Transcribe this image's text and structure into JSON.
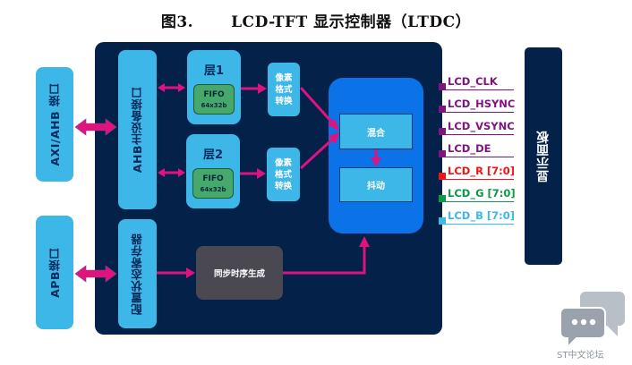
{
  "title": {
    "figure_label": "图3.",
    "text": "LCD-TFT 显示控制器（LTDC）"
  },
  "external_interfaces": {
    "axi_ahb": "AXI/AHB 接口",
    "apb": "APB接口"
  },
  "ltdc": {
    "ahb_master": "AHB主设备接口",
    "config_registers": "配置状态寄存器",
    "layers": [
      {
        "label": "层1",
        "fifo_label": "FIFO",
        "fifo_size": "64x32b"
      },
      {
        "label": "层2",
        "fifo_label": "FIFO",
        "fifo_size": "64x32b"
      }
    ],
    "pixel_format_converters": [
      {
        "lines": [
          "像素",
          "格式",
          "转换"
        ]
      },
      {
        "lines": [
          "像素",
          "格式",
          "转换"
        ]
      }
    ],
    "blending": "混合",
    "dithering": "抖动",
    "sync_timing": "同步时序生成"
  },
  "signals": [
    {
      "label": "LCD_CLK",
      "color": "#7f1480"
    },
    {
      "label": "LCD_HSYNC",
      "color": "#7f1480"
    },
    {
      "label": "LCD_VSYNC",
      "color": "#7f1480"
    },
    {
      "label": "LCD_DE",
      "color": "#7f1480"
    },
    {
      "label": "LCD_R [7:0]",
      "color": "#f01414"
    },
    {
      "label": "LCD_G [7:0]",
      "color": "#0a9a46"
    },
    {
      "label": "LCD_B [7:0]",
      "color": "#3db6e8"
    }
  ],
  "display_panel": "显示面板",
  "watermark": "ST中文论坛",
  "colors": {
    "controller_bg": "#04214a",
    "block_light_blue": "#3db6e8",
    "blend_area": "#0c72e8",
    "fifo_green": "#47a86b",
    "arrow_magenta": "#e0127e",
    "sync_gray": "#4a4952"
  }
}
